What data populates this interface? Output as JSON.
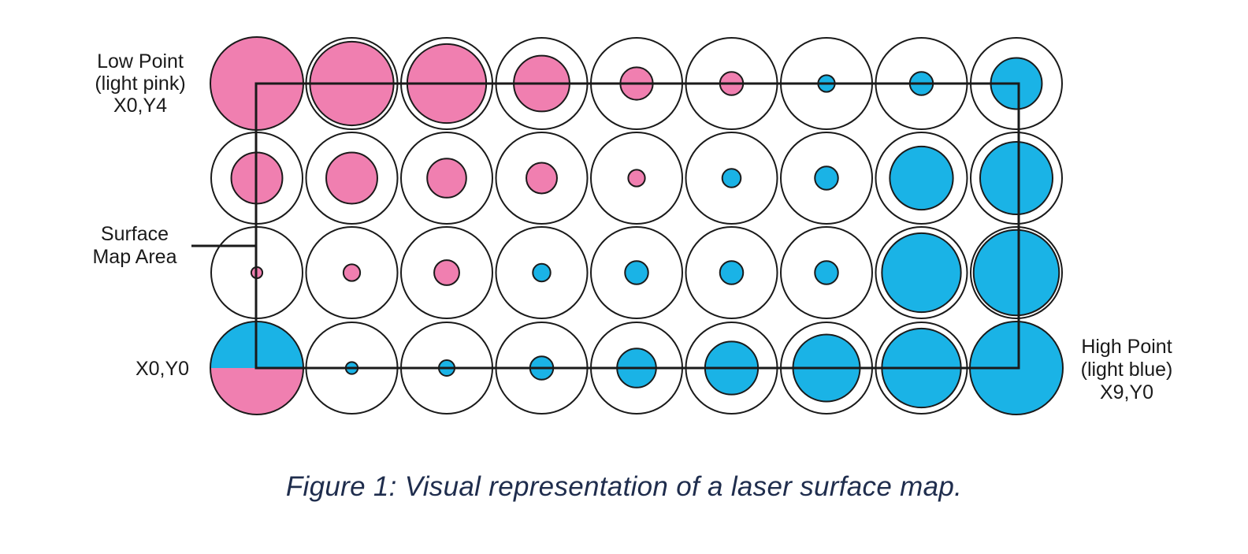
{
  "labels": {
    "low_point": [
      "Low Point",
      "(light pink)",
      "X0,Y4"
    ],
    "surface_map": [
      "Surface",
      "Map Area"
    ],
    "origin": "X0,Y0",
    "high_point": [
      "High Point",
      "(light blue)",
      "X9,Y0"
    ]
  },
  "caption": "Figure 1: Visual representation of a laser surface map.",
  "colors": {
    "low": "#f07fb0",
    "high": "#1ab3e6",
    "outline": "#1a1a1a"
  },
  "chart_data": {
    "type": "heatmap",
    "encoding": "Each circle's inner disc size and color show the surface deviation at that point: pink = low, blue = high; larger disc = larger deviation. Values are signed relative magnitudes, -1 (lowest) to +1 (highest).",
    "rows": [
      [
        -1.0,
        -0.9,
        -0.85,
        -0.6,
        -0.35,
        -0.25,
        0.18,
        0.25,
        0.55
      ],
      [
        -0.55,
        -0.55,
        -0.42,
        -0.33,
        -0.18,
        0.2,
        0.25,
        0.68,
        0.78
      ],
      [
        -0.12,
        -0.18,
        -0.27,
        0.19,
        0.25,
        0.25,
        0.25,
        0.85,
        0.92
      ],
      [
        "split",
        0.13,
        0.17,
        0.25,
        0.42,
        0.57,
        0.72,
        0.85,
        1.0
      ]
    ]
  }
}
